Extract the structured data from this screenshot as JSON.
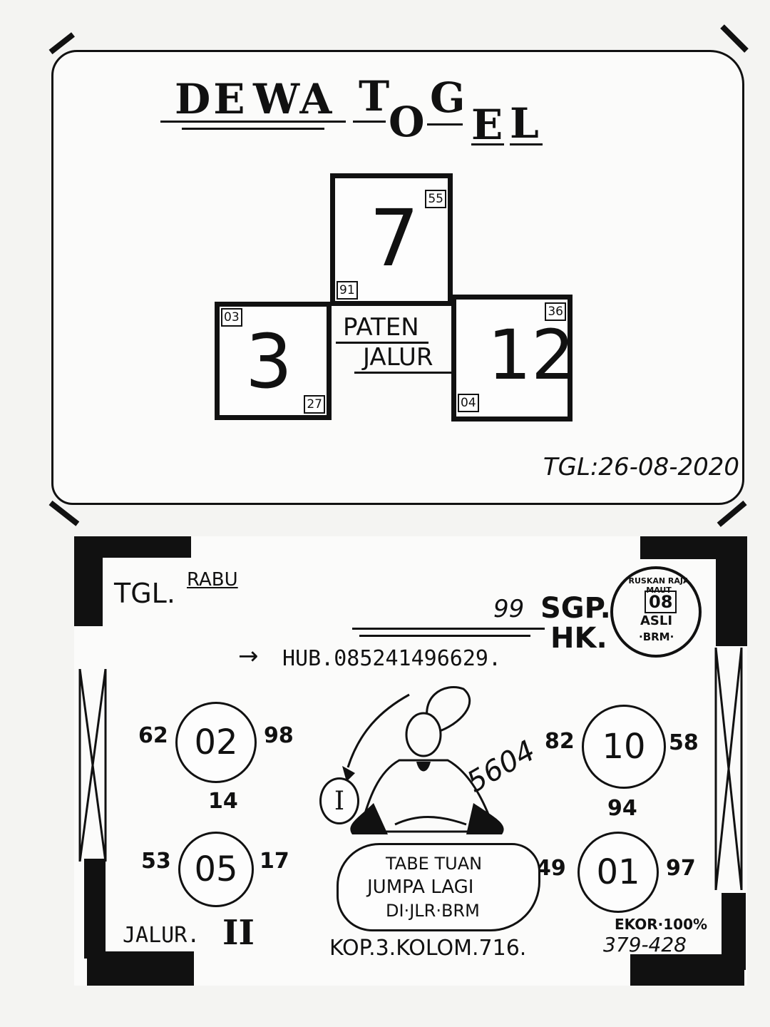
{
  "top": {
    "title_parts": [
      "DE",
      "WA",
      "T",
      "O",
      "G",
      "E",
      "L"
    ],
    "center_box": {
      "number": "7",
      "tag_top_right": "55",
      "tag_bottom_left": "91"
    },
    "left_box": {
      "number": "3",
      "tag_top_left": "03",
      "tag_bottom_right": "27"
    },
    "right_box": {
      "number": "12",
      "tag_top_right": "36",
      "tag_bottom_left": "04"
    },
    "middle_label_line1": "PATEN",
    "middle_label_line2": "JALUR",
    "date": "TGL:26-08-2020"
  },
  "bottom": {
    "tgl_label": "TGL.",
    "day": "RABU",
    "partial_title": "99",
    "market_1": "SGP.",
    "market_2": "HK.",
    "contact": "HUB.085241496629.",
    "arrow": "→",
    "stamp": {
      "ring_text": "RUSKAN RAJA MAUT",
      "number": "08",
      "line2": "ASLI",
      "line3": "·BRM·"
    },
    "figure_label": "I",
    "figure_number": "5604",
    "circles": [
      {
        "value": "02",
        "left": "62",
        "right": "98",
        "below": "14"
      },
      {
        "value": "05",
        "left": "53",
        "right": "17"
      },
      {
        "value": "10",
        "left": "82",
        "right": "58",
        "below": "94"
      },
      {
        "value": "01",
        "left": "49",
        "right": "97"
      }
    ],
    "cloud_lines": [
      "TABE TUAN",
      "JUMPA LAGI",
      "DI·JLR·BRM"
    ],
    "jalur_label": "JALUR.",
    "jalur_number": "II",
    "kop": "KOP.3.KOLOM.716.",
    "ekor_label": "EKOR·100%",
    "ekor_value": "379-428"
  },
  "colors": {
    "ink": "#111111",
    "paper": "#fbfbfa"
  }
}
